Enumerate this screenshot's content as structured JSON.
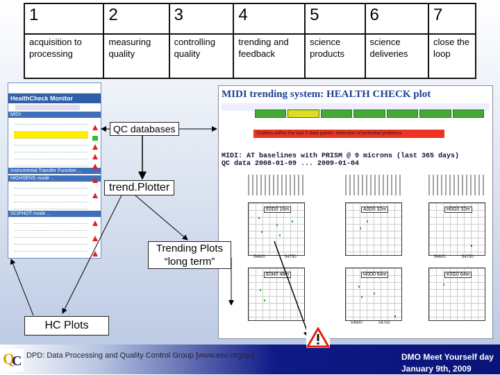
{
  "steps": [
    {
      "num": "1",
      "label": "acquisition to processing"
    },
    {
      "num": "2",
      "label": "measuring quality"
    },
    {
      "num": "3",
      "label": "controlling quality"
    },
    {
      "num": "4",
      "label": "trending and feedback"
    },
    {
      "num": "5",
      "label": "science products"
    },
    {
      "num": "6",
      "label": "science deliveries"
    },
    {
      "num": "7",
      "label": "close the loop"
    }
  ],
  "left_panel": {
    "title": "HealthCheck Monitor",
    "midi_label": "MIDI:",
    "section_itf": "Instrumental Transfer Function ...",
    "section_highsens": "HIGHSENS mode ...",
    "section_sciphot": "SCIPHOT mode ..."
  },
  "right_panel": {
    "title": "MIDI trending system: HEALTH CHECK plot",
    "red_bar_text": "Outliers within the last 5 data points: detection of potential problems",
    "plot_title_line1": "MIDI: AT baselines with PRISM @ 9 microns (last 365 days)",
    "plot_title_line2": "QC data 2008-01-09 ... 2009-01-04",
    "plots": [
      {
        "label": "E0D0 16m"
      },
      {
        "label": "A0D0 32m"
      },
      {
        "label": "H0G0 32m"
      },
      {
        "label": "E0H0 48m"
      },
      {
        "label": "H0D0 64m"
      },
      {
        "label": "K0G0 64m"
      }
    ],
    "x_ticks": [
      "54600",
      "54750"
    ]
  },
  "flow": {
    "qc_databases": "QC databases",
    "trend_plotter": "trend.Plotter",
    "trending_plots_line1": "Trending Plots",
    "trending_plots_line2": "“long term”",
    "hc_plots": "HC Plots"
  },
  "footer": {
    "left_text": "DPD: Data Processing and Quality Control Group [www.eso.org/qc]",
    "right_line1": "DMO Meet Yourself day",
    "right_line2": "January 9th, 2009"
  },
  "colors": {
    "accent_blue": "#1f3f8f",
    "bar_navy": "#0f1a86",
    "outlier_red": "#e32222",
    "data_green": "#22bb22"
  }
}
